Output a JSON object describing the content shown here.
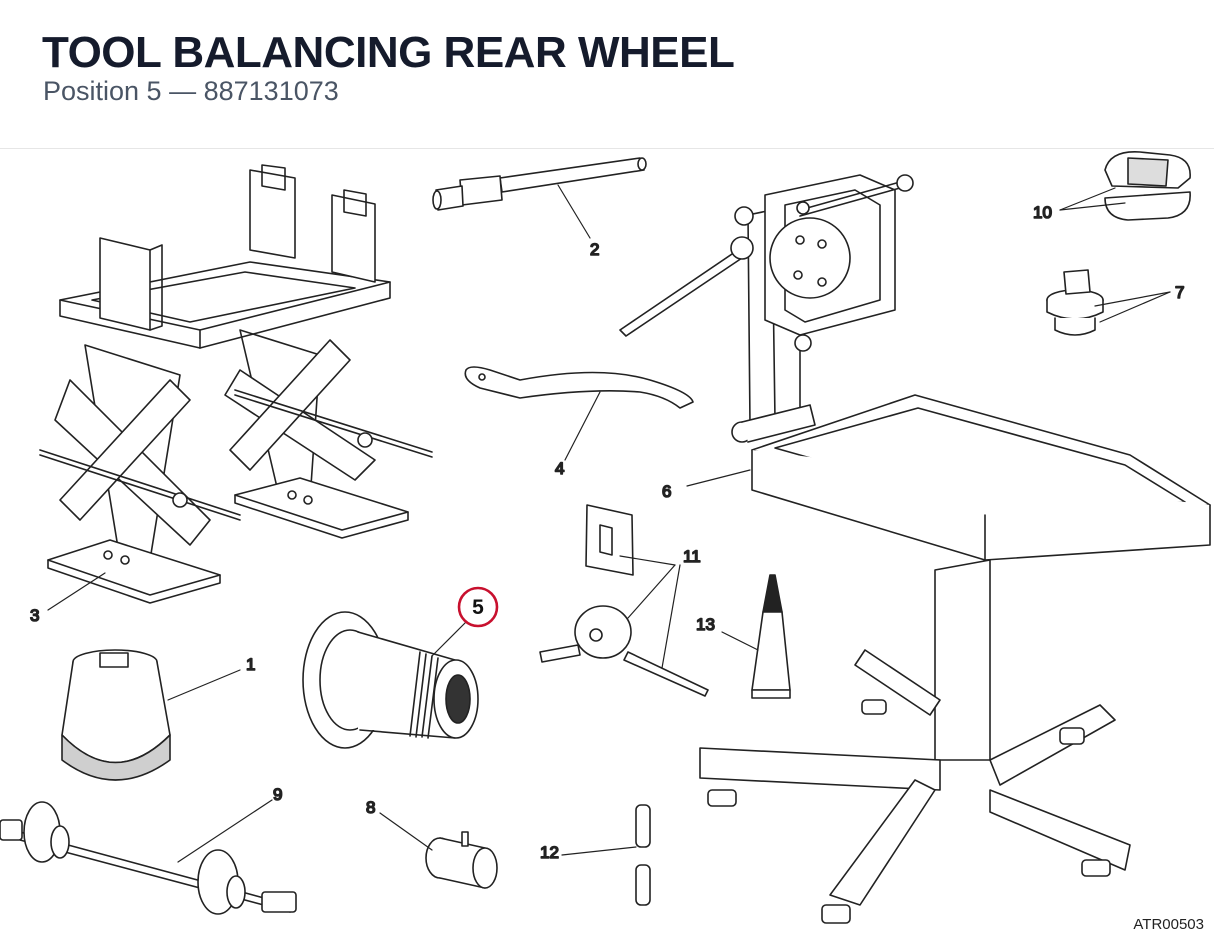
{
  "header": {
    "title": "TOOL BALANCING REAR WHEEL",
    "subtitle_position": "Position 5",
    "subtitle_separator": "—",
    "subtitle_part_number": "887131073"
  },
  "callouts": {
    "c1": "1",
    "c2": "2",
    "c3": "3",
    "c4": "4",
    "c5": "5",
    "c6": "6",
    "c7": "7",
    "c8": "8",
    "c9": "9",
    "c10": "10",
    "c11": "11",
    "c12": "12",
    "c13": "13"
  },
  "highlight_color": "#c8102e",
  "drawing_reference": "ATR00503"
}
